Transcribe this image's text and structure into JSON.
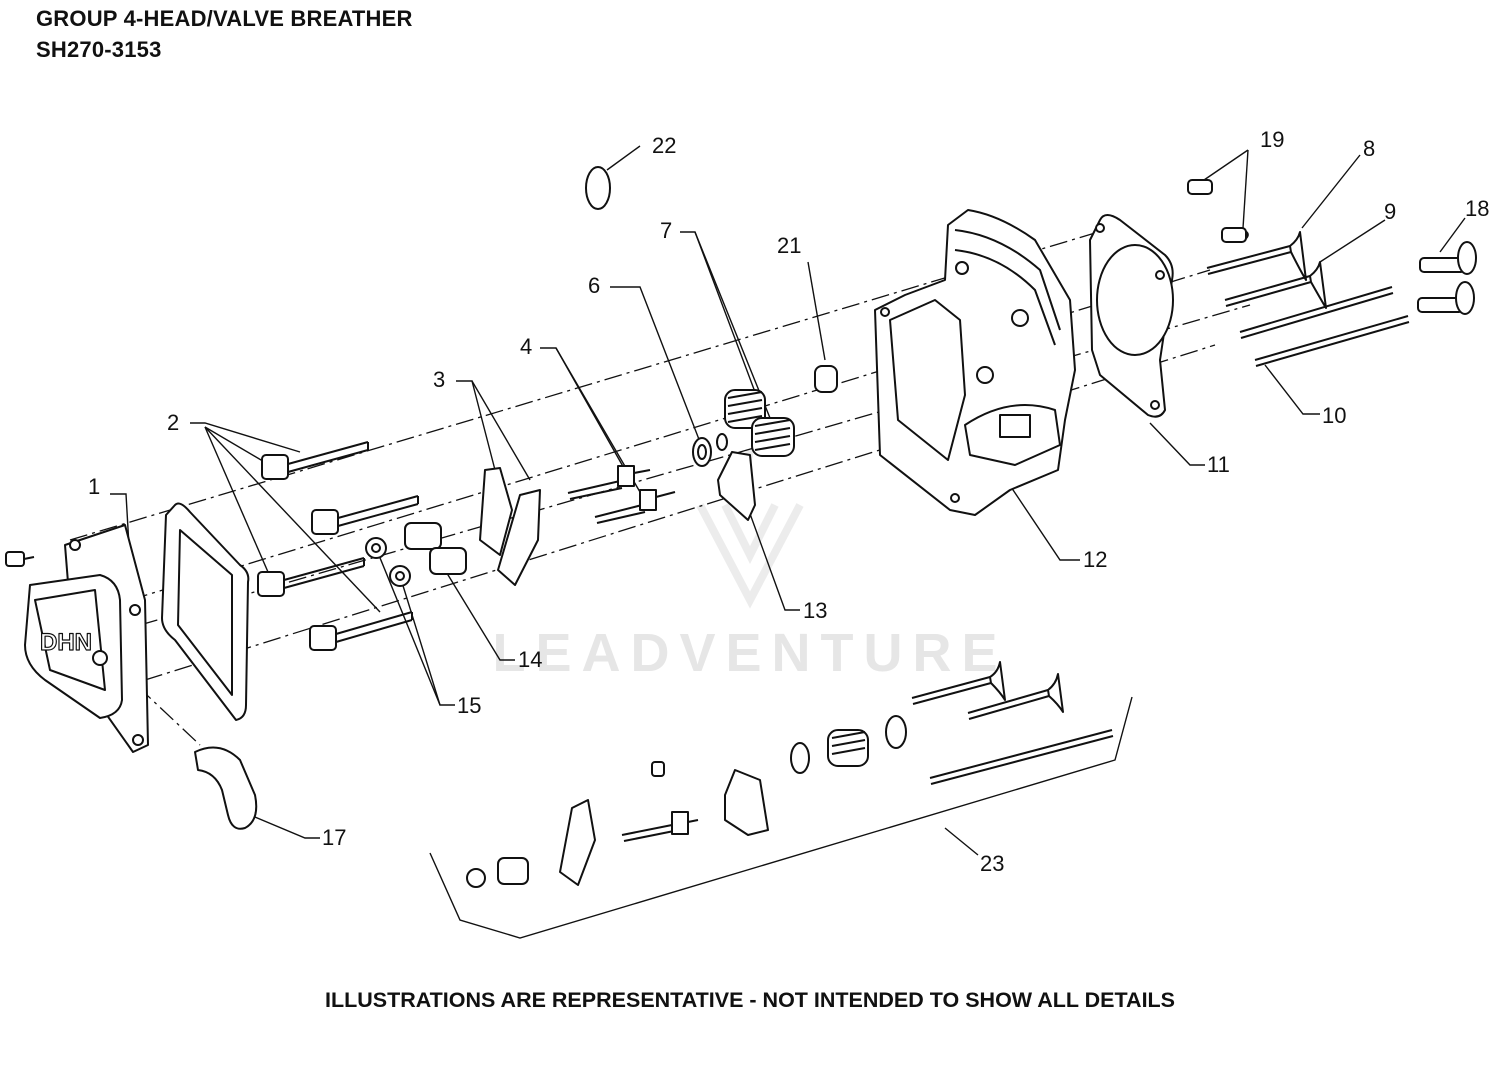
{
  "header": {
    "title": "GROUP 4-HEAD/VALVE BREATHER",
    "part_number": "SH270-3153"
  },
  "footer": "ILLUSTRATIONS ARE REPRESENTATIVE - NOT INTENDED TO SHOW ALL DETAILS",
  "watermark": "LEADVENTURE",
  "callouts": [
    "1",
    "2",
    "3",
    "4",
    "6",
    "7",
    "8",
    "9",
    "10",
    "11",
    "12",
    "13",
    "14",
    "15",
    "17",
    "18",
    "19",
    "21",
    "22",
    "23"
  ]
}
